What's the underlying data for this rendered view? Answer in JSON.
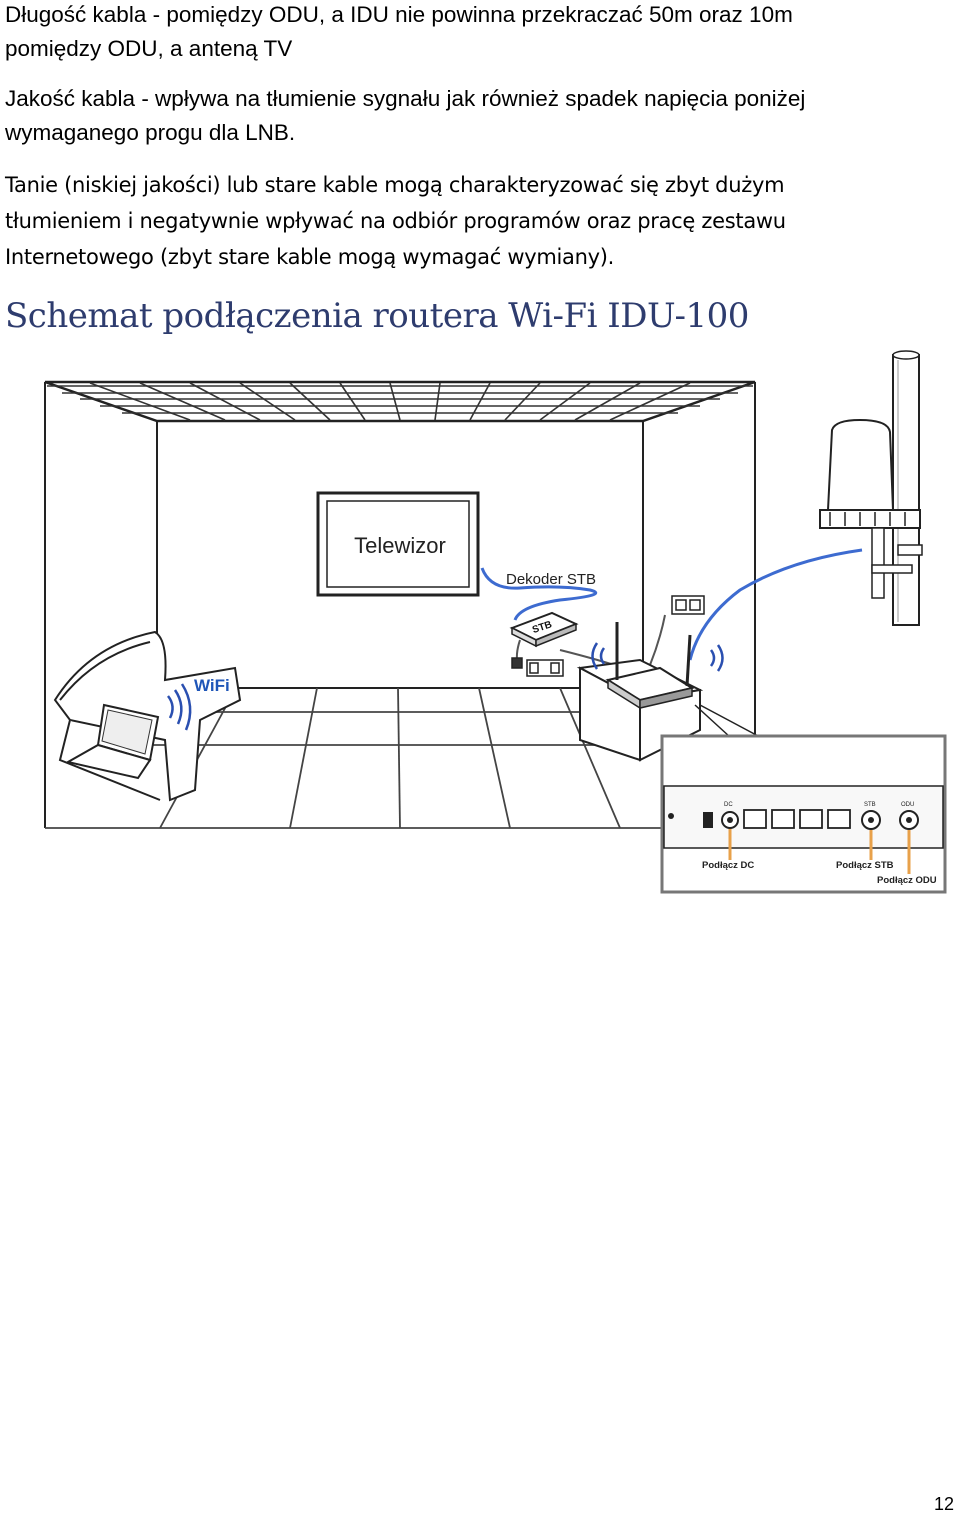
{
  "paragraphs": [
    [
      "Długość kabla - pomiędzy ODU, a IDU nie powinna przekraczać 50m oraz 10m",
      "pomiędzy ODU, a anteną TV"
    ],
    [
      "Jakość kabla - wpływa na tłumienie sygnału jak również spadek napięcia poniżej",
      "wymaganego progu dla LNB."
    ],
    [
      "Tanie (niskiej jakości) lub stare kable mogą charakteryzować się zbyt dużym",
      "tłumieniem i negatywnie wpływać na odbiór programów oraz pracę zestawu",
      "Internetowego (zbyt stare kable mogą wymagać wymiany)."
    ]
  ],
  "heading": "Schemat podłączenia routera Wi-Fi IDU-100",
  "diagram": {
    "tv_label": "Telewizor",
    "stb_label": "Dekoder STB",
    "stb_box_text": "STB",
    "wifi_label": "WiFi",
    "panel_labels": {
      "dc": "Podłącz DC",
      "stb": "Podłącz STB",
      "odu": "Podłącz ODU"
    },
    "port_labels": [
      "DC",
      "STB",
      "ODU"
    ],
    "colors": {
      "cable": "#3d6bd0",
      "wifi_waves": "#2a4fb0",
      "wifi_text": "#1f56b8",
      "callout": "#e8a14a",
      "heading": "#2e3c6e"
    }
  },
  "page_number": "12"
}
